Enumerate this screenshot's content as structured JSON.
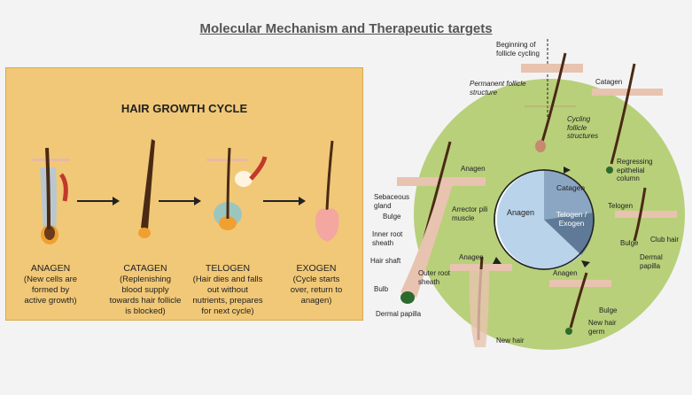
{
  "title": "Molecular Mechanism and Therapeutic targets",
  "left_panel": {
    "title": "HAIR GROWTH CYCLE",
    "stages": [
      {
        "name": "ANAGEN",
        "desc": [
          "(New cells are",
          "formed by",
          "active growth)"
        ]
      },
      {
        "name": "CATAGEN",
        "desc": [
          "(Replenishing",
          "blood supply",
          "towards hair follicle",
          "is blocked)"
        ]
      },
      {
        "name": "TELOGEN",
        "desc": [
          "(Hair dies and falls",
          "out without",
          "nutrients, prepares",
          "for next cycle)"
        ]
      },
      {
        "name": "EXOGEN",
        "desc": [
          "(Cycle starts",
          "over, return to",
          "anagen)"
        ]
      }
    ]
  },
  "right_panel": {
    "pie": {
      "segments": [
        {
          "label": "Anagen",
          "color": "#b9d3ea"
        },
        {
          "label": "Catagen",
          "color": "#8aa6c2"
        },
        {
          "label": "Telogen / Exogen",
          "color": "#5e7a96"
        }
      ]
    },
    "labels": {
      "beginning": [
        "Beginning of",
        "follicle cycling"
      ],
      "permanent": [
        "Permanent follicle",
        "structure"
      ],
      "cycling": [
        "Cycling",
        "follicle",
        "structures"
      ],
      "catagen_top": "Catagen",
      "regressing": [
        "Regressing",
        "epithelial",
        "column"
      ],
      "anagen_left": "Anagen",
      "sebaceous": [
        "Sebaceous",
        "gland"
      ],
      "bulge_left": "Bulge",
      "arrector": [
        "Arrector pili",
        "muscle"
      ],
      "inner_root": [
        "Inner root",
        "sheath"
      ],
      "hair_shaft": "Hair shaft",
      "outer_root": [
        "Outer root",
        "sheath"
      ],
      "bulb": "Bulb",
      "dermal_papilla_left": "Dermal papilla",
      "anagen_bottom_left": "Anagen",
      "new_hair": "New hair",
      "telogen": "Telogen",
      "bulge_right": "Bulge",
      "club_hair": "Club hair",
      "dermal_papilla_right": [
        "Dermal",
        "papilla"
      ],
      "anagen_bottom_right": "Anagen",
      "bulge_bottom": "Bulge",
      "new_hair_germ": [
        "New hair",
        "germ"
      ]
    }
  }
}
